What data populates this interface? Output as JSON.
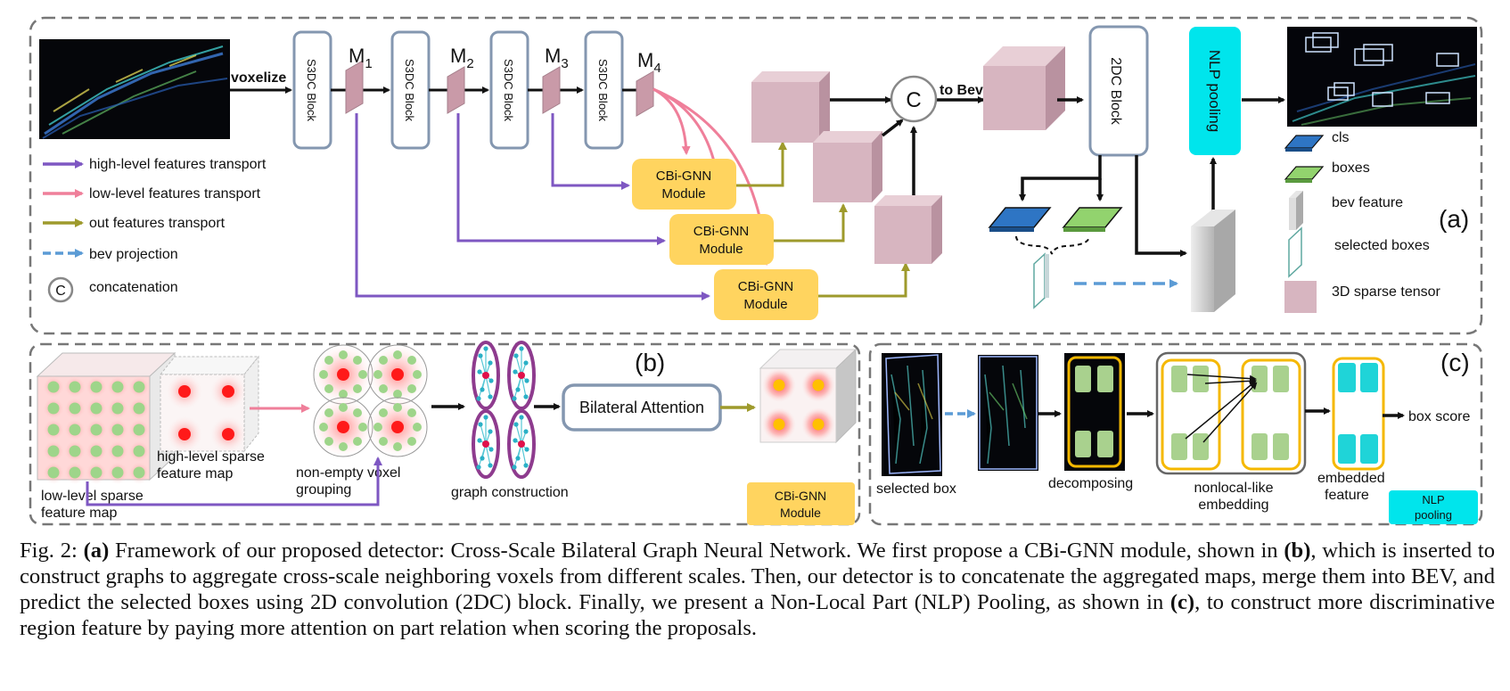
{
  "panel_a": {
    "tag": "(a)",
    "voxelize": "voxelize",
    "s3dc": "S3DC Block",
    "m_base": "M",
    "m_subs": [
      "1",
      "2",
      "3",
      "4"
    ],
    "cbi": [
      "CBi-GNN",
      "Module"
    ],
    "concat_symbol": "C",
    "to_bev": "to Bev",
    "block_2dc": "2DC Block",
    "nlp_pooling": "NLP pooling",
    "legend_left": [
      {
        "label": "high-level features transport",
        "color": "#7e57c2"
      },
      {
        "label": "low-level features transport",
        "color": "#ef7f9a"
      },
      {
        "label": "out features transport",
        "color": "#9e9a2c"
      },
      {
        "label": "bev projection",
        "color": "#5b9bd5"
      },
      {
        "label": "concatenation",
        "symbol": "C"
      }
    ],
    "legend_right": [
      {
        "label": "cls",
        "color": "#2e75c4"
      },
      {
        "label": "boxes",
        "color": "#92d36e"
      },
      {
        "label": "bev feature",
        "color": "#c8c8c8"
      },
      {
        "label": "selected boxes",
        "color": "#ffffff"
      },
      {
        "label": "3D sparse tensor",
        "color": "#d7b5c0"
      }
    ]
  },
  "panel_b": {
    "tag": "(b)",
    "low_level": [
      "low-level sparse",
      "feature map"
    ],
    "high_level": [
      "high-level sparse",
      "feature map"
    ],
    "grouping": [
      "non-empty voxel",
      "grouping"
    ],
    "graph": "graph construction",
    "attention": "Bilateral Attention",
    "badge": [
      "CBi-GNN",
      "Module"
    ]
  },
  "panel_c": {
    "tag": "(c)",
    "selected_box": "selected box",
    "decomposing": "decomposing",
    "nonlocal": [
      "nonlocal-like",
      "embedding"
    ],
    "embedded": [
      "embedded",
      "feature"
    ],
    "box_score": "box score",
    "badge": [
      "NLP",
      "pooling"
    ]
  },
  "colors": {
    "purple": "#7e57c2",
    "pink": "#ef7f9a",
    "olive": "#9e9a2c",
    "blue_dash": "#5b9bd5",
    "cube": "#d7b5c0",
    "yellow": "#ffd45f",
    "cyan": "#00e5ec",
    "block_border": "#8497b0"
  },
  "caption": {
    "fig": "Fig. 2:",
    "a_tag": "(a)",
    "part1": " Framework of our proposed detector: Cross-Scale Bilateral Graph Neural Network. We first propose a CBi-GNN module, shown in ",
    "b_tag": "(b)",
    "part2": ", which is inserted to construct graphs to aggregate cross-scale neighboring voxels from different scales. Then, our detector is to concatenate the aggregated maps, merge them into BEV, and predict the selected boxes using 2D convolution (2DC) block. Finally, we present a Non-Local Part (NLP) Pooling, as shown in ",
    "c_tag": "(c)",
    "part3": ", to construct more discriminative region feature by paying more attention on part relation when scoring the proposals."
  }
}
